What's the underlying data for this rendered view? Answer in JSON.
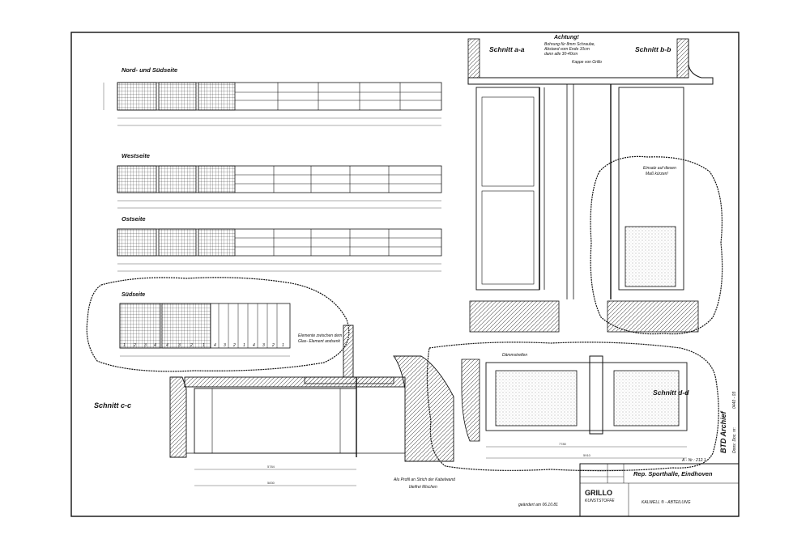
{
  "drawing": {
    "title_nord_sued": "Nord- und Südseite",
    "title_west": "Westseite",
    "title_ost": "Ostseite",
    "title_sued": "Südseite",
    "schnitt_aa": "Schnitt a-a",
    "schnitt_bb": "Schnitt b-b",
    "schnitt_cc": "Schnitt c-c",
    "schnitt_dd": "Schnitt d-d",
    "achtung_title": "Achtung!",
    "achtung_line1": "Bohrung für 8mm Schraube,",
    "achtung_line2": "Abstand vom Ende 10cm",
    "achtung_line3": "dann alle 30-40cm",
    "kappe_note": "Kappe von Grillo",
    "einsatz_note_1": "Einsatz auf diesen",
    "einsatz_note_2": "Maß kürzen!",
    "sued_note_1": "Elemente zwischen dem",
    "sued_note_2": "Glas- Element andsenk",
    "profil_note_1": "Alu Profil an Strich der Kabelwand",
    "profil_note_2": "bleifrei Mischen",
    "dammstreifen": "Dämmstreifen",
    "sued_digits": [
      "1",
      "2",
      "3",
      "4",
      "4",
      "3",
      "2",
      "1",
      "4",
      "3",
      "2",
      "1",
      "4",
      "3",
      "2",
      "1"
    ],
    "dim_main": "5784",
    "dim_total": "5830",
    "dim_dd_1": "7780",
    "dim_dd_2": "5910",
    "archive_label": "BTD Archief",
    "doc_label": "Doos: Doc. nr:",
    "doc_number": "0440 - 03",
    "a_nr": "A - Nr : 212.1",
    "project": "Rep. Sporthalle, Eindhoven",
    "company": "GRILLO",
    "company_sub": "KUNSTSTOFFE",
    "department": "KALWELL ® - ABTEILUNG",
    "changed": "geändert am 06.10.81"
  },
  "colors": {
    "ink": "#111111",
    "paper": "#ffffff",
    "hatch": "#555555"
  }
}
